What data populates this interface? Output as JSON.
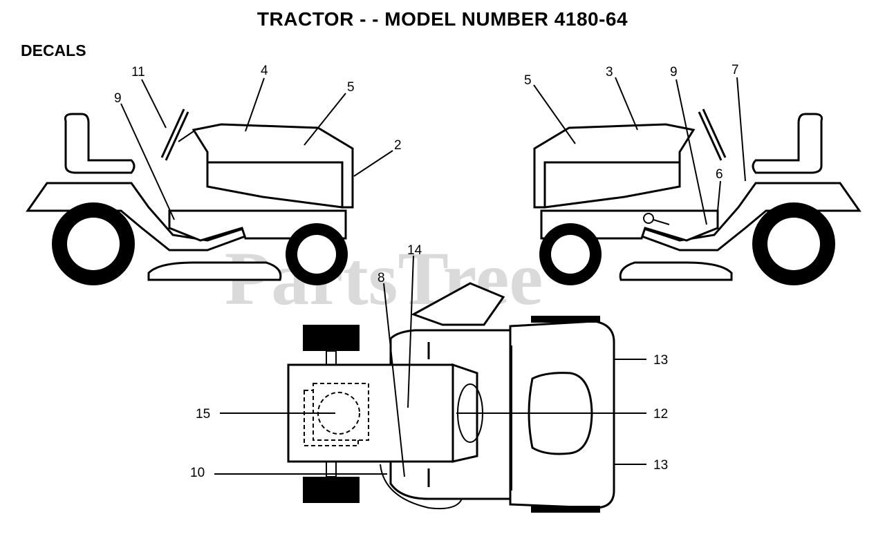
{
  "title": "TRACTOR - - MODEL NUMBER 4180-64",
  "section_heading": "DECALS",
  "watermark": "PartsTree",
  "left_view_callouts": [
    "11",
    "4",
    "5",
    "9",
    "2"
  ],
  "right_view_callouts": [
    "5",
    "3",
    "9",
    "7",
    "6"
  ],
  "top_view_callouts": [
    "14",
    "8",
    "13",
    "15",
    "12",
    "10",
    "13"
  ]
}
